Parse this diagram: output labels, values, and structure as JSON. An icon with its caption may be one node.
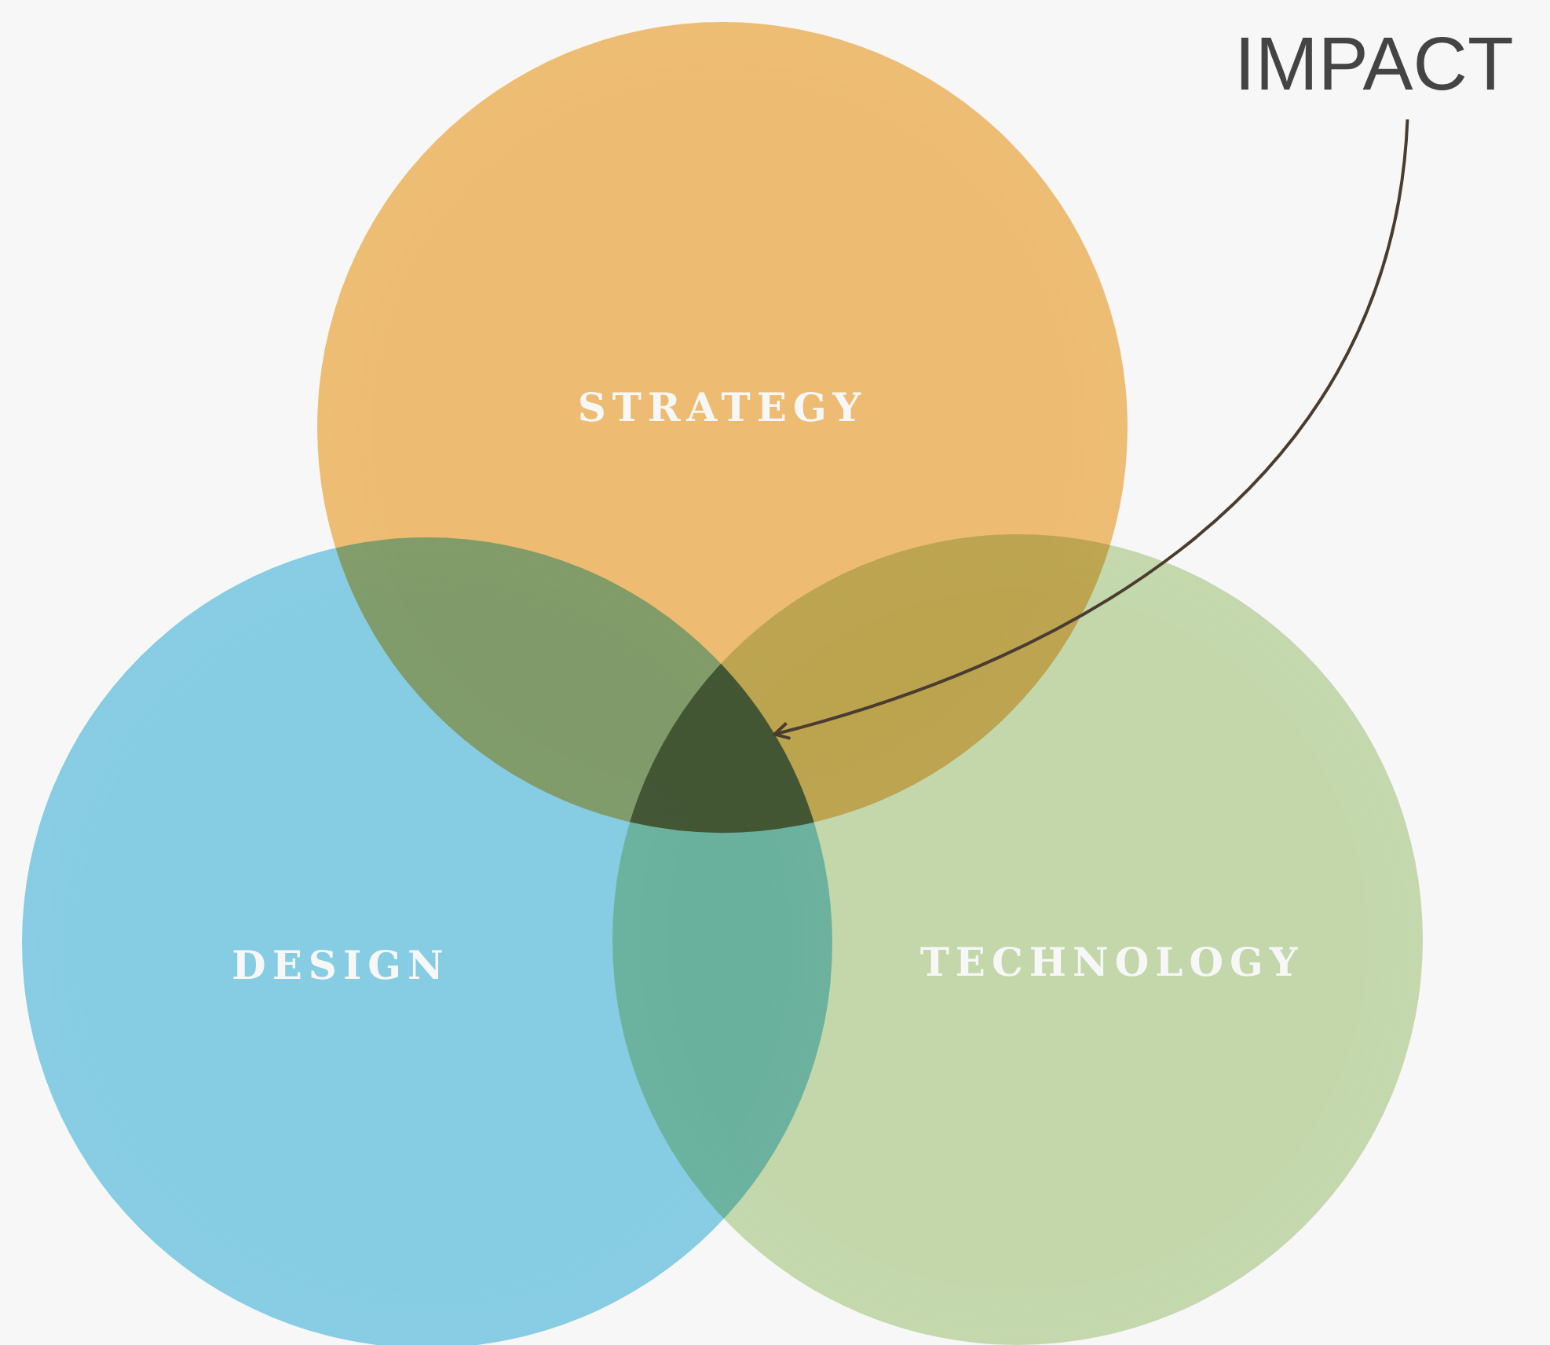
{
  "diagram": {
    "nodes": [
      {
        "text": [
          "STRATEGY"
        ]
      },
      {
        "text": [
          "DESIGN"
        ]
      },
      {
        "text": [
          "TECHNOLOGY"
        ]
      },
      {
        "text": [
          "IMPACT"
        ]
      },
      {
        "text": [],
        "shape": "triangle"
      }
    ],
    "edges": [
      {
        "from": 3,
        "to": 4,
        "arrow": "to"
      }
    ]
  }
}
